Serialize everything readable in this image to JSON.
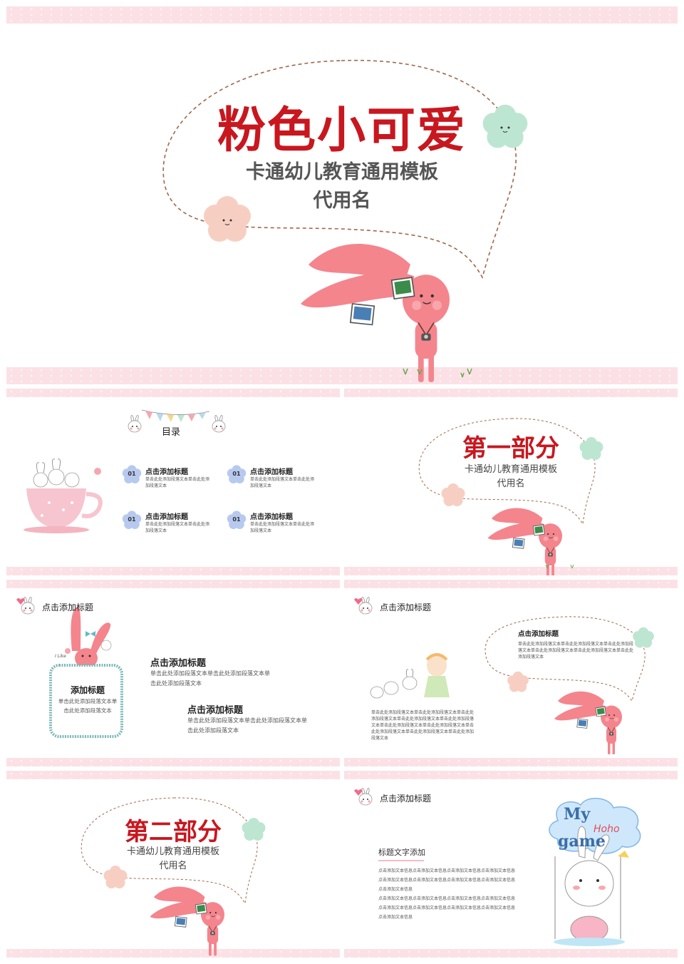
{
  "cover": {
    "title": "粉色小可爱",
    "subtitle": "卡通幼儿教育通用模板",
    "author": "代用名"
  },
  "toc": {
    "title": "目录",
    "items": [
      {
        "num": "01",
        "title": "点击添加标题",
        "text": "单击此处添加段落文本单击此处添加段落文本"
      },
      {
        "num": "01",
        "title": "点击添加标题",
        "text": "单击此处添加段落文本单击此处添加段落文本"
      },
      {
        "num": "01",
        "title": "点击添加标题",
        "text": "单击此处添加段落文本单击此处添加段落文本"
      },
      {
        "num": "01",
        "title": "点击添加标题",
        "text": "单击此处添加段落文本单击此处添加段落文本"
      }
    ]
  },
  "part1": {
    "title": "第一部分",
    "subtitle": "卡通幼儿教育通用模板",
    "author": "代用名"
  },
  "slide4": {
    "header": "点击添加标题",
    "frame_title": "添加标题",
    "frame_text": "单击此处添加段落文本单击此处添加段落文本",
    "frame_sign": "I Like",
    "block1_title": "点击添加标题",
    "block1_text": "单击此处添加段落文本单击此处添加段落文本单击此处添加段落文本",
    "block2_title": "点击添加标题",
    "block2_text": "单击此处添加段落文本单击此处添加段落文本单击此处添加段落文本"
  },
  "slide5": {
    "header": "点击添加标题",
    "bubble_title": "点击添加标题",
    "bubble_text": "单击此处添加段落文本单击此处添加段落文本单击此处添加段落文本单击此处添加段落文本单击此处添加段落文本单击此处添加段落文本",
    "body_text": "单击此处添加段落文本单击此处添加段落文本单击此处添加段落文本单击此处添加段落文本单击此处添加段落文本单击此处添加段落文本单击此处添加段落文本单击此处添加段落文本单击此处添加段落文本单击此处添加段落文本"
  },
  "part2": {
    "title": "第二部分",
    "subtitle": "卡通幼儿教育通用模板",
    "author": "代用名"
  },
  "slide7": {
    "header": "点击添加标题",
    "section_title": "标题文字添加",
    "para1": "点击添加文本信息点击添加文本信息点击添加文本信息点击添加文本信息点击添加文本信息点击添加文本信息点击添加文本信息点击添加文本信息点击添加文本信息",
    "para2": "点击添加文本信息点击添加文本信息点击添加文本信息点击添加文本信息点击添加文本信息点击添加文本信息点击添加文本信息点击添加文本信息点击添加文本信息",
    "cloud_line1": "My",
    "cloud_line2": "Hoho",
    "cloud_line3": "game"
  },
  "colors": {
    "red": "#c8171f",
    "pink": "#f08a8f",
    "stripe": "#fbe1e6",
    "mint": "#bde6d2",
    "peach": "#f7cfc2"
  }
}
